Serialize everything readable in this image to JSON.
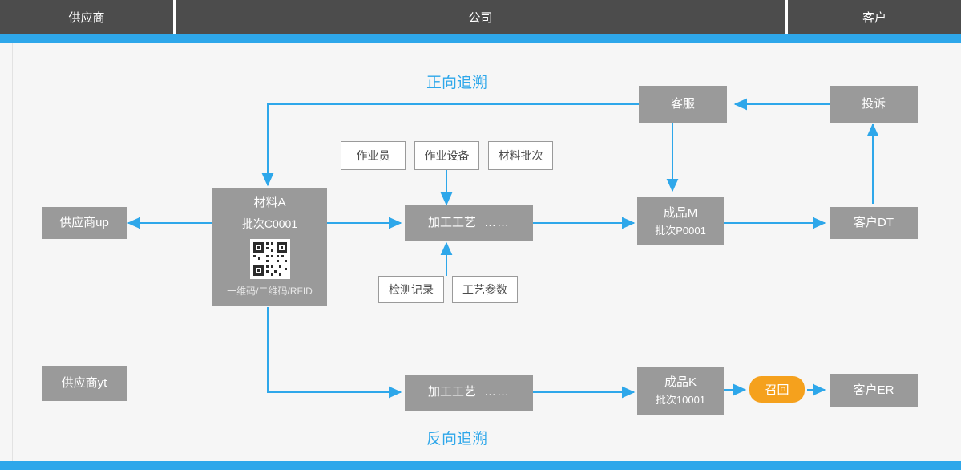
{
  "header": {
    "columns": [
      {
        "label": "供应商"
      },
      {
        "label": "公司"
      },
      {
        "label": "客户"
      }
    ]
  },
  "labels": {
    "forward": "正向追溯",
    "backward": "反向追溯"
  },
  "nodes": {
    "supplier_up": {
      "label": "供应商up"
    },
    "supplier_yt": {
      "label": "供应商yt"
    },
    "material_a": {
      "title": "材料A",
      "batch": "批次C0001",
      "codes": "一维码/二维码/RFID",
      "qr_icon": "qr-code-icon"
    },
    "process_top": {
      "label": "加工工艺",
      "dots": "……"
    },
    "process_bottom": {
      "label": "加工工艺",
      "dots": "……"
    },
    "product_m": {
      "title": "成品M",
      "batch": "批次P0001"
    },
    "product_k": {
      "title": "成品K",
      "batch": "批次10001"
    },
    "customer_dt": {
      "label": "客户DT"
    },
    "customer_er": {
      "label": "客户ER"
    },
    "service": {
      "label": "客服"
    },
    "complaint": {
      "label": "投诉"
    },
    "recall": {
      "label": "召回"
    }
  },
  "attributes": {
    "operator": "作业员",
    "equipment": "作业设备",
    "material_batch": "材料批次",
    "inspection_record": "检测记录",
    "process_params": "工艺参数"
  },
  "colors": {
    "accent": "#2ea7ea",
    "header_bg": "#4c4c4c",
    "node_bg": "#9a9a9a",
    "recall_bg": "#f5a11d",
    "canvas_bg": "#f6f6f6"
  }
}
